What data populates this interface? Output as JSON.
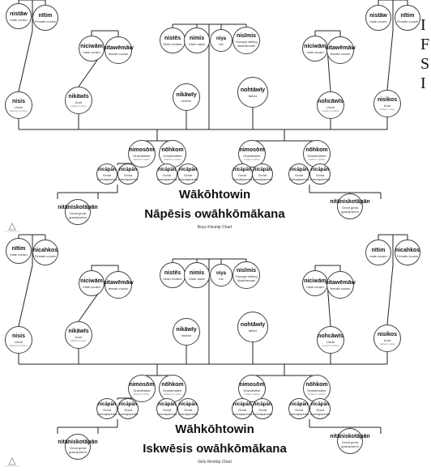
{
  "side_letters": [
    "I",
    "F",
    "S",
    "I"
  ],
  "charts": [
    {
      "title": "Wākōhtowin",
      "subtitle": "Nāpēsis owāhkōmākana",
      "caption": "Boys Kinship Chart",
      "people": {
        "cousin_m_left": {
          "term": "nistāw",
          "gloss": "male cousin"
        },
        "cousin_f_left": {
          "term": "nītim",
          "gloss": "Female cousin"
        },
        "cousin_m_mid_l": {
          "term": "niciwām",
          "gloss": "male cousin"
        },
        "cousin_f_mid_l": {
          "term": "nitawēmāw",
          "gloss": "female cousin"
        },
        "older_brother": {
          "term": "nistēs",
          "gloss": "Older brother"
        },
        "older_sister": {
          "term": "nimis",
          "gloss": "Older sister"
        },
        "me": {
          "term": "niya",
          "gloss": "me"
        },
        "younger_sibling": {
          "term": "nisīmis",
          "gloss": "Younger sibling Male/female"
        },
        "cousin_m_mid_r": {
          "term": "niciwām",
          "gloss": "male cousin"
        },
        "cousin_f_mid_r": {
          "term": "nitawēmāw",
          "gloss": "female cousin"
        },
        "cousin_m_right": {
          "term": "nistāw",
          "gloss": "male cousin"
        },
        "cousin_f_right": {
          "term": "nītim",
          "gloss": "Female cousin"
        },
        "uncle_m": {
          "term": "nisis",
          "gloss": "Uncle",
          "note": "Mother's brother"
        },
        "aunt_m": {
          "term": "nikāwīs",
          "gloss": "Aunt",
          "note": "Mother's sister"
        },
        "mother": {
          "term": "nikāwīy",
          "gloss": "mother"
        },
        "father": {
          "term": "nohtāwīy",
          "gloss": "father"
        },
        "uncle_f": {
          "term": "nohcāwīs",
          "gloss": "Uncle",
          "note": "Father's brother"
        },
        "aunt_f": {
          "term": "nisikos",
          "gloss": "Aunt",
          "note": "Father's sister"
        },
        "gf_m": {
          "term": "nimosōm",
          "gloss": "Grandfather",
          "note": "Mother's father"
        },
        "gm_m": {
          "term": "nōhkom",
          "gloss": "Grandmother",
          "note": "Mother's mother"
        },
        "gf_f": {
          "term": "nimosōm",
          "gloss": "Grandfather",
          "note": "Father's father"
        },
        "gm_f": {
          "term": "nōhkom",
          "gloss": "Grandmother",
          "note": "Father's mother"
        },
        "ggp1": {
          "term": "nicāpān",
          "gloss": "Great Grandparents"
        },
        "ggp2": {
          "term": "nicāpān",
          "gloss": "Great Grandparents"
        },
        "ggp3": {
          "term": "nicāpān",
          "gloss": "Great Grandparents"
        },
        "ggp4": {
          "term": "nicāpān",
          "gloss": "Great Grandparents"
        },
        "ggp5": {
          "term": "nicāpān",
          "gloss": "Great Grandparents"
        },
        "ggp6": {
          "term": "nicāpān",
          "gloss": "Great Grandparents"
        },
        "ggp7": {
          "term": "nicāpān",
          "gloss": "Great Grandparents"
        },
        "ggp8": {
          "term": "nicāpān",
          "gloss": "Great Grandparents"
        },
        "gggp_left": {
          "term": "nitāniskotāpān",
          "gloss": "Great great grandparent"
        },
        "gggp_right": {
          "term": "nitāniskotāpān",
          "gloss": "Great great grandparent"
        }
      }
    },
    {
      "title": "Wāhkōhtowin",
      "subtitle": "Iskwēsis owāhkōmākana",
      "caption": "Girls Kinship Chart",
      "people": {
        "cousin_m_left": {
          "term": "nītim",
          "gloss": "male cousin"
        },
        "cousin_f_left": {
          "term": "nicahkos",
          "gloss": "Female cousin"
        },
        "cousin_m_mid_l": {
          "term": "niciwām",
          "gloss": "male cousin"
        },
        "cousin_f_mid_l": {
          "term": "nitawēmāw",
          "gloss": "female cousin"
        },
        "older_brother": {
          "term": "nistēs",
          "gloss": "Older brother"
        },
        "older_sister": {
          "term": "nimis",
          "gloss": "Older sister"
        },
        "me": {
          "term": "niya",
          "gloss": "me"
        },
        "younger_sibling": {
          "term": "nisīmis",
          "gloss": "Younger sibling Male/female"
        },
        "cousin_m_mid_r": {
          "term": "niciwām",
          "gloss": "male cousin"
        },
        "cousin_f_mid_r": {
          "term": "nitawēmāw",
          "gloss": "female cousin"
        },
        "cousin_m_right": {
          "term": "nītim",
          "gloss": "male cousin"
        },
        "cousin_f_right": {
          "term": "nicahkos",
          "gloss": "Female cousin"
        },
        "uncle_m": {
          "term": "nisis",
          "gloss": "Uncle",
          "note": "Mother's brother"
        },
        "aunt_m": {
          "term": "nikāwīs",
          "gloss": "Aunt",
          "note": "Mother's sister"
        },
        "mother": {
          "term": "nikāwīy",
          "gloss": "mother"
        },
        "father": {
          "term": "nohtāwīy",
          "gloss": "father"
        },
        "uncle_f": {
          "term": "nohcāwīs",
          "gloss": "Uncle",
          "note": "Father's brother"
        },
        "aunt_f": {
          "term": "nisikos",
          "gloss": "Aunt",
          "note": "Father's sister"
        },
        "gf_m": {
          "term": "nimosōm",
          "gloss": "Grandfather",
          "note": "Mother's father"
        },
        "gm_m": {
          "term": "nōhkom",
          "gloss": "Grandmother",
          "note": "Mother's mother"
        },
        "gf_f": {
          "term": "nimosōm",
          "gloss": "Grandfather",
          "note": "Father's father"
        },
        "gm_f": {
          "term": "nōhkom",
          "gloss": "Grandmother",
          "note": "Father's mother"
        },
        "ggp1": {
          "term": "nicāpān",
          "gloss": "Great Grandparents"
        },
        "ggp2": {
          "term": "nicāpān",
          "gloss": "Great Grandparents"
        },
        "ggp3": {
          "term": "nicāpān",
          "gloss": "Great Grandparents"
        },
        "ggp4": {
          "term": "nicāpān",
          "gloss": "Great Grandparents"
        },
        "ggp5": {
          "term": "nicāpān",
          "gloss": "Great Grandparents"
        },
        "ggp6": {
          "term": "nicāpān",
          "gloss": "Great Grandparents"
        },
        "ggp7": {
          "term": "nicāpān",
          "gloss": "Great Grandparents"
        },
        "ggp8": {
          "term": "nicāpān",
          "gloss": "Great Grandparents"
        },
        "gggp_left": {
          "term": "nitāniskotāpān",
          "gloss": "Great great grandparent"
        },
        "gggp_right": {
          "term": "nitāniskotāpān",
          "gloss": "Great great grandparent"
        }
      }
    }
  ]
}
